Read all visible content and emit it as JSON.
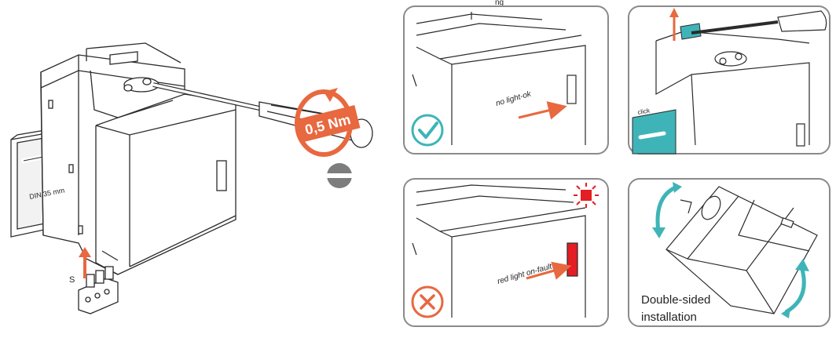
{
  "colors": {
    "orange": "#e8683f",
    "teal": "#3fb4b8",
    "red": "#e31e24",
    "outline": "#2b2b2b",
    "panel_border": "#8a8a8a",
    "grey_icon": "#7d7d7d"
  },
  "main": {
    "rail_label": "DIN 35 mm",
    "torque_label": "0,5 Nm",
    "terminal_label": "S",
    "screwdriver_tip_icon": "flat-slot-icon"
  },
  "panels": {
    "ok": {
      "text": "no light-ok",
      "icon": "check-circle-icon"
    },
    "removal": {
      "text": "click",
      "icon": "up-arrow-icon"
    },
    "fault": {
      "text": "red light on-fault",
      "icon": "x-circle-icon",
      "led_icon": "red-burst-icon"
    },
    "double": {
      "caption_line1": "Double-sided",
      "caption_line2": "installation",
      "icon": "rotate-arrows-icon"
    }
  },
  "header_partial_text": "ng"
}
